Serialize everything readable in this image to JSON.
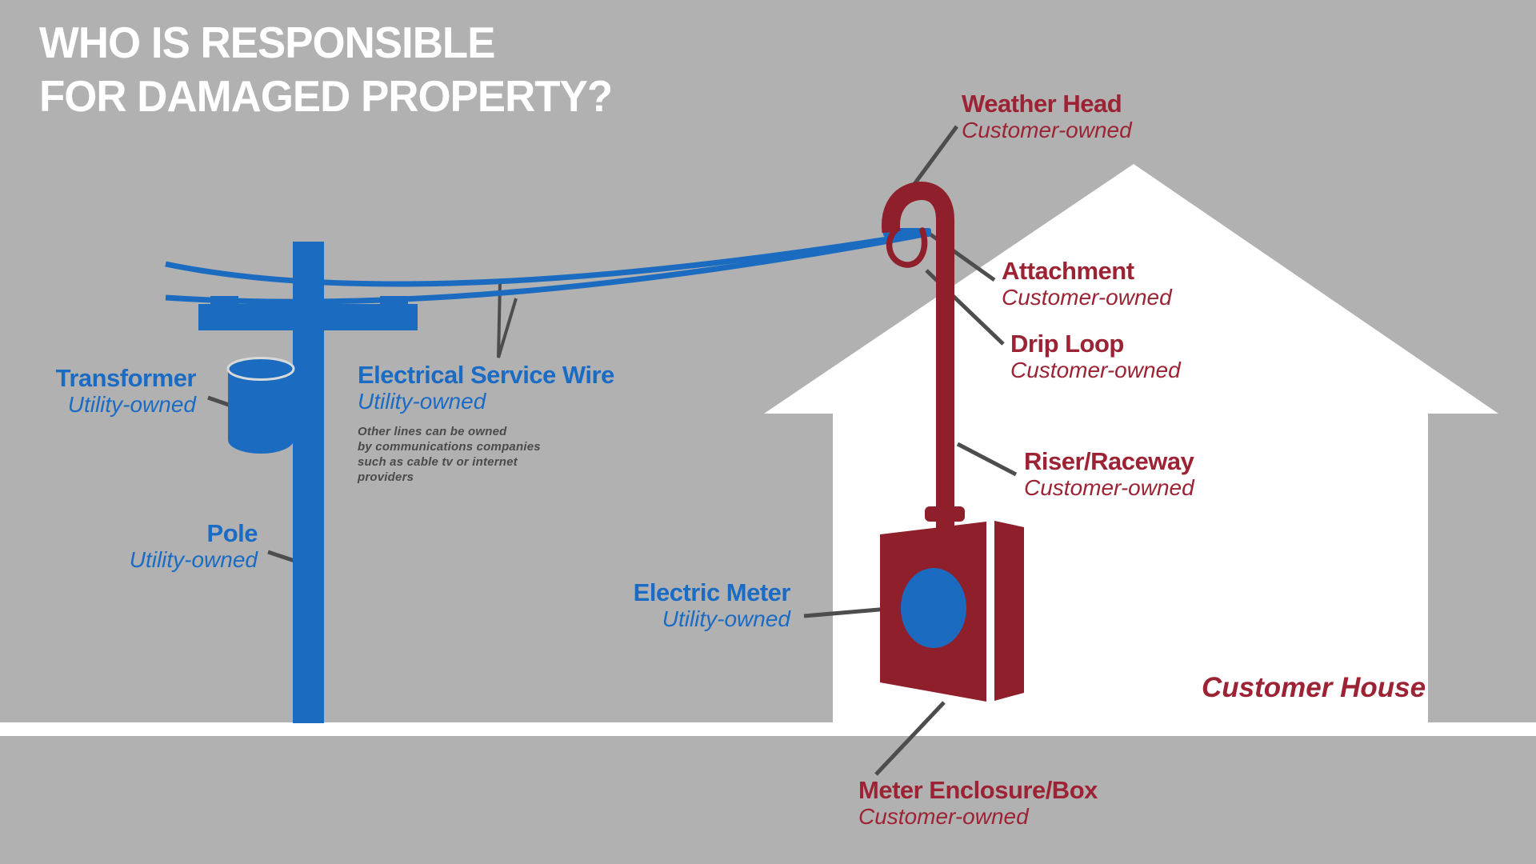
{
  "title": {
    "line1": "WHO IS RESPONSIBLE",
    "line2": "FOR DAMAGED PROPERTY?"
  },
  "colors": {
    "background": "#b2b1b1",
    "house_white": "#ffffff",
    "utility_blue": "#1b6cc1",
    "customer_red": "#8e1f2b",
    "blue_text": "#1a6bc4",
    "red_text": "#9b2334",
    "pointer_gray": "#4d4d4d",
    "note_gray": "#4a4a4a",
    "title_white": "#ffffff"
  },
  "labels": {
    "transformer": {
      "name": "Transformer",
      "ownership": "Utility-owned"
    },
    "electrical_service_wire": {
      "name": "Electrical Service Wire",
      "ownership": "Utility-owned",
      "note_lines": [
        "Other lines can be owned",
        "by communications companies",
        "such as cable tv or internet",
        "providers"
      ]
    },
    "pole": {
      "name": "Pole",
      "ownership": "Utility-owned"
    },
    "weather_head": {
      "name": "Weather Head",
      "ownership": "Customer-owned"
    },
    "attachment": {
      "name": "Attachment",
      "ownership": "Customer-owned"
    },
    "drip_loop": {
      "name": "Drip Loop",
      "ownership": "Customer-owned"
    },
    "riser_raceway": {
      "name": "Riser/Raceway",
      "ownership": "Customer-owned"
    },
    "electric_meter": {
      "name": "Electric Meter",
      "ownership": "Utility-owned"
    },
    "meter_enclosure": {
      "name": "Meter Enclosure/Box",
      "ownership": "Customer-owned"
    },
    "customer_house": {
      "name": "Customer House"
    }
  }
}
